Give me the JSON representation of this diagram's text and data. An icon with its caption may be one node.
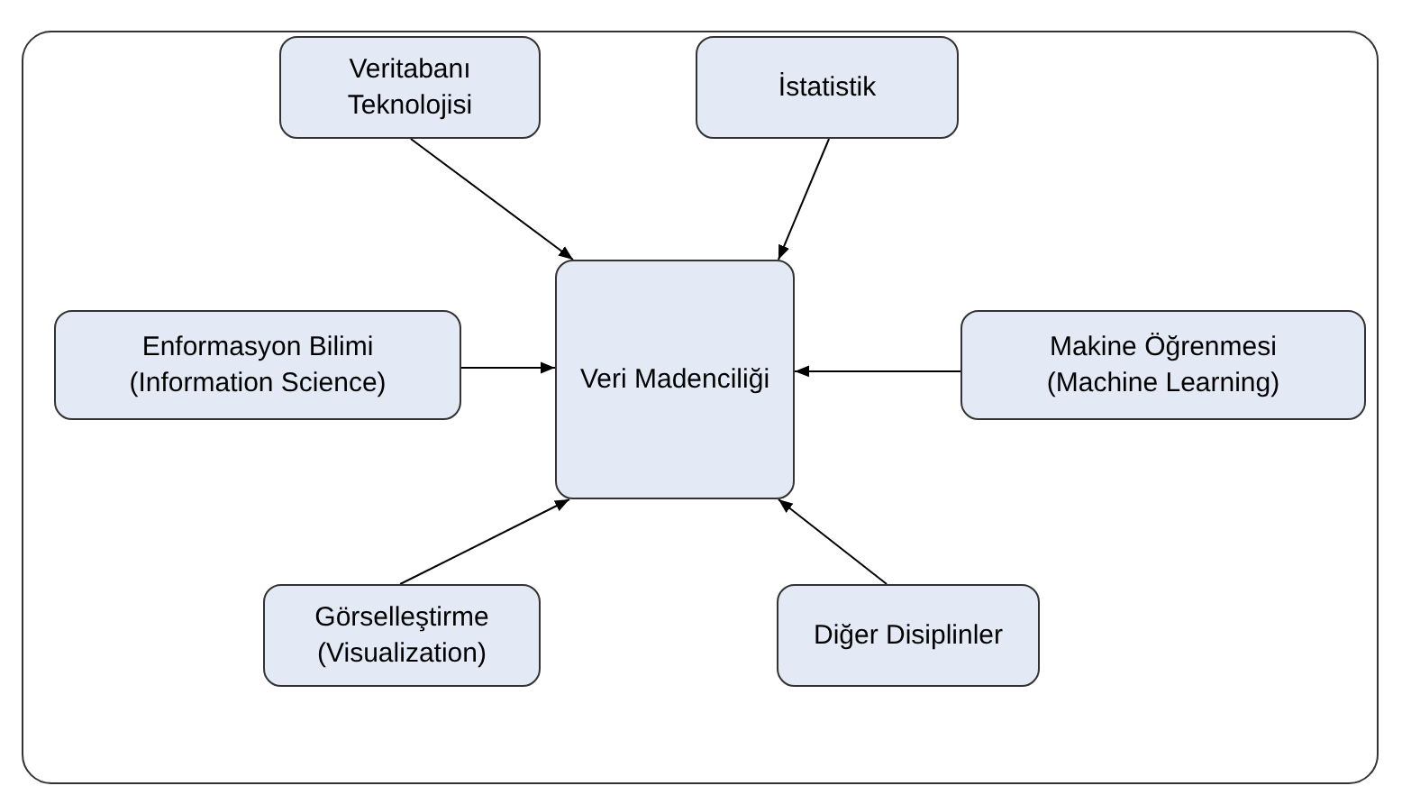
{
  "diagram": {
    "nodes": [
      {
        "text": [
          "Veritabanı Teknolojisi"
        ]
      },
      {
        "text": [
          "İstatistik"
        ]
      },
      {
        "text": [
          "Enformasyon Bilimi (Information Science)"
        ]
      },
      {
        "text": [
          "Veri Madenciliği"
        ]
      },
      {
        "text": [
          "Makine Öğrenmesi (Machine Learning)"
        ]
      },
      {
        "text": [
          "Görselleştirme (Visualization)"
        ]
      },
      {
        "text": [
          "Diğer Disiplinler"
        ]
      }
    ],
    "edges": [
      {
        "from": 0,
        "to": 3,
        "arrow": "to"
      },
      {
        "from": 1,
        "to": 3,
        "arrow": "to"
      },
      {
        "from": 2,
        "to": 3,
        "arrow": "to"
      },
      {
        "from": 4,
        "to": 3,
        "arrow": "to"
      },
      {
        "from": 5,
        "to": 3,
        "arrow": "to"
      },
      {
        "from": 6,
        "to": 3,
        "arrow": "to"
      }
    ]
  }
}
